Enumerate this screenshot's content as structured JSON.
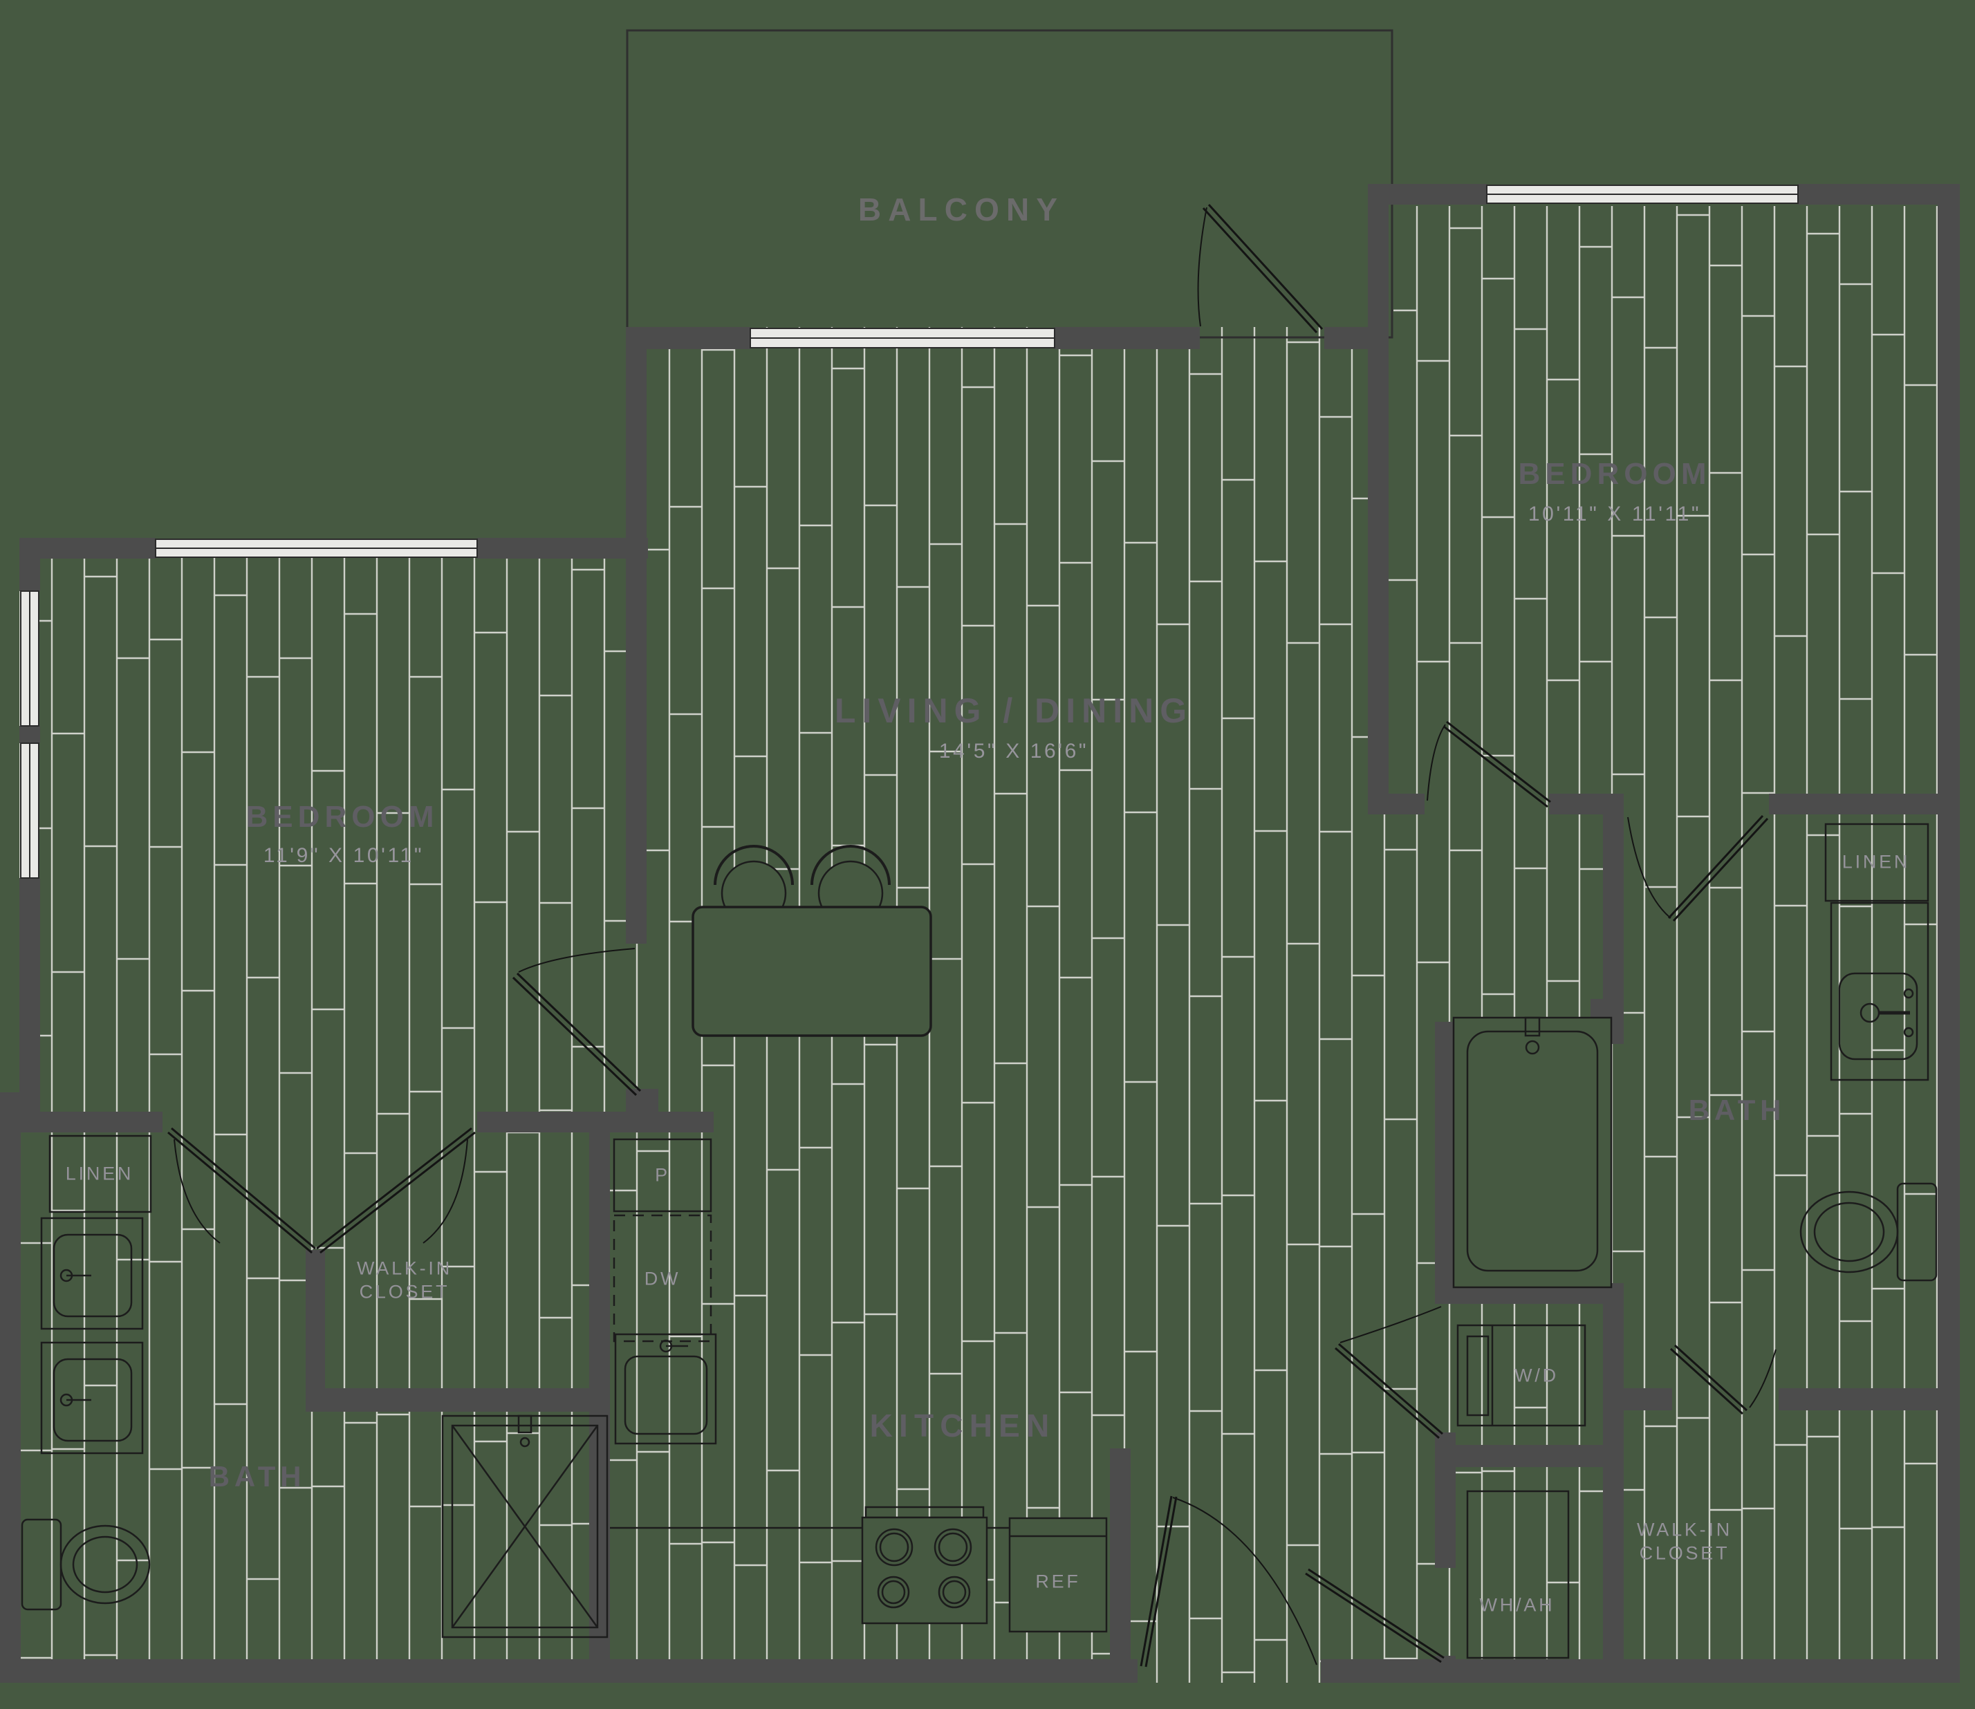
{
  "colors": {
    "background": "#465941",
    "wall": "#4c4c4c",
    "plank_line": "#e8e7e3",
    "fixture_line": "#1c1c1c",
    "label_dark": "#5f5e63",
    "label_light": "#97959c"
  },
  "rooms": {
    "balcony": {
      "label": "BALCONY"
    },
    "living": {
      "label": "LIVING / DINING",
      "dims": "14'5\" X 16'6\""
    },
    "bedroom_left": {
      "label": "BEDROOM",
      "dims": "11'9\" X 10'11\""
    },
    "bedroom_right": {
      "label": "BEDROOM",
      "dims": "10'11\" X 11'11\""
    },
    "kitchen": {
      "label": "KITCHEN"
    },
    "bath_left": {
      "label": "BATH"
    },
    "bath_right": {
      "label": "BATH"
    },
    "walk_in_closet_left": {
      "label": "WALK-IN CLOSET"
    },
    "walk_in_closet_right": {
      "label": "WALK-IN CLOSET"
    },
    "linen_left": {
      "label": "LINEN"
    },
    "linen_right": {
      "label": "LINEN"
    }
  },
  "fixtures": {
    "pantry": "P",
    "dishwasher": "DW",
    "refrigerator": "REF",
    "washer_dryer": "W/D",
    "water_heater_air_handler": "WH/AH"
  }
}
